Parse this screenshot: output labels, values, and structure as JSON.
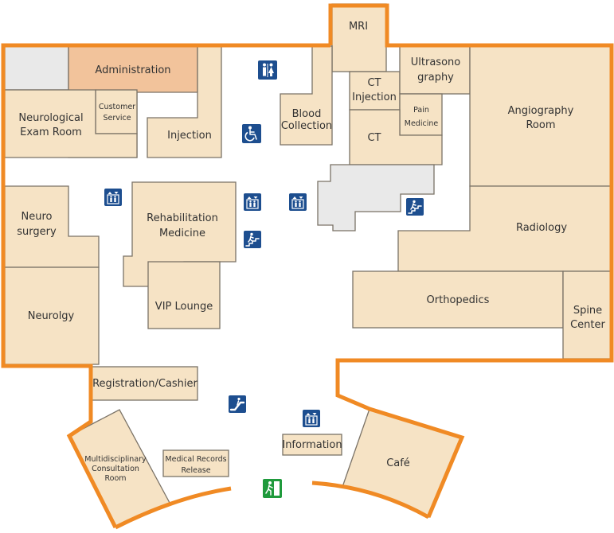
{
  "rooms": {
    "mri": "MRI",
    "administration": "Administration",
    "customer_service": [
      "Customer",
      "Service"
    ],
    "neurological_exam_room": [
      "Neurological",
      "Exam Room"
    ],
    "injection": "Injection",
    "blood_collection": [
      "Blood",
      "Collection"
    ],
    "ct_injection": [
      "CT",
      "Injection"
    ],
    "ultrasonography": [
      "Ultrasono",
      "graphy"
    ],
    "pain_medicine": [
      "Pain",
      "Medicine"
    ],
    "ct": "CT",
    "angiography_room": [
      "Angiography",
      "Room"
    ],
    "neuro_surgery": [
      "Neuro",
      "surgery"
    ],
    "rehabilitation_medicine": [
      "Rehabilitation",
      "Medicine"
    ],
    "radiology": "Radiology",
    "orthopedics": "Orthopedics",
    "spine_center": [
      "Spine",
      "Center"
    ],
    "vip_lounge": "VIP Lounge",
    "neurology": "Neurolgy",
    "registration_cashier": "Registration/Cashier",
    "information": "Information",
    "multidisciplinary_consultation_room": [
      "Multidisciplinary",
      "Consultation",
      "Room"
    ],
    "medical_records_release": [
      "Medical Records",
      "Release"
    ],
    "cafe": "Café"
  },
  "icons": {
    "restroom": "restroom-icon",
    "wheelchair": "wheelchair-icon",
    "elevator": "elevator-icon",
    "stairs": "stairs-icon",
    "escalator": "escalator-icon",
    "emergency_exit": "emergency-exit-icon"
  },
  "colors": {
    "wall": "#f08a24",
    "room": "#f6e3c5",
    "administration": "#f2c39b",
    "unused": "#e9e9e9",
    "icon": "#1d4e8f",
    "exit": "#1f9a3c"
  }
}
